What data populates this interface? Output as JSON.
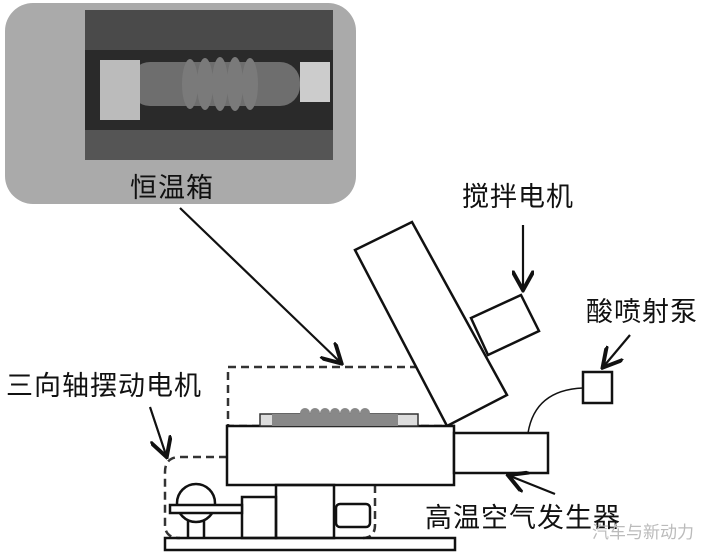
{
  "labels": {
    "thermostat": "恒温箱",
    "stirring_motor": "搅拌电机",
    "acid_pump": "酸喷射泵",
    "swing_motor": "三向轴摆动电机",
    "hot_air": "高温空气发生器"
  },
  "watermark": "汽车与新动力"
}
